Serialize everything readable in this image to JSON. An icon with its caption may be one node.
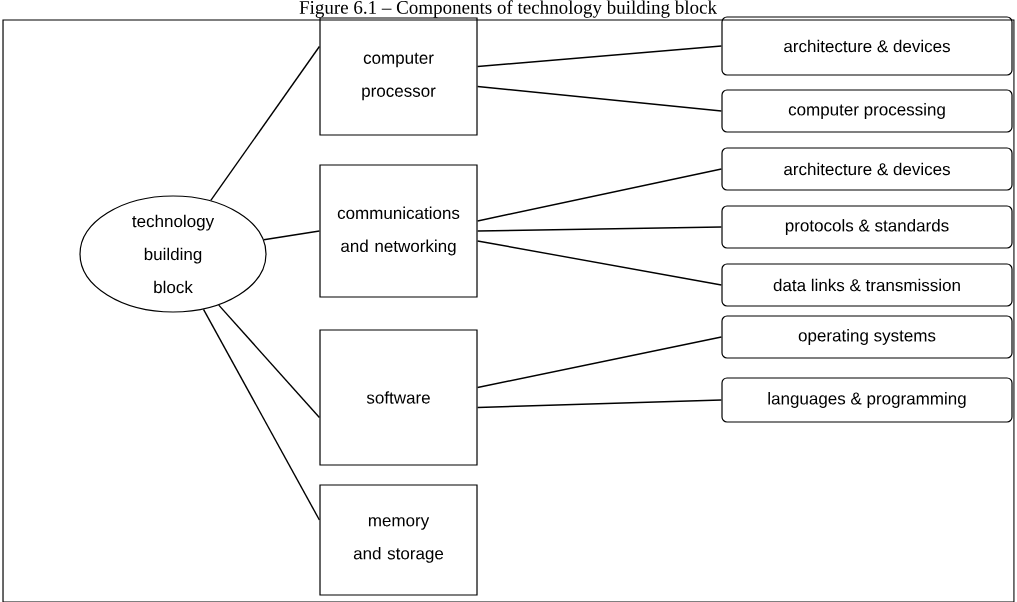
{
  "diagram": {
    "title": "Figure 6.1 – Components of technology building block",
    "nodes": [
      {
        "text": [
          "technology building block"
        ]
      },
      {
        "text": [
          "computer processor"
        ]
      },
      {
        "text": [
          "communications and networking"
        ]
      },
      {
        "text": [
          "software"
        ]
      },
      {
        "text": [
          "memory and storage"
        ]
      },
      {
        "text": [
          "architecture & devices"
        ]
      },
      {
        "text": [
          "computer processing"
        ]
      },
      {
        "text": [
          "architecture & devices"
        ]
      },
      {
        "text": [
          "protocols & standards"
        ]
      },
      {
        "text": [
          "data links & transmission"
        ]
      },
      {
        "text": [
          "operating systems"
        ]
      },
      {
        "text": [
          "languages & programming"
        ]
      }
    ],
    "edges": [
      {
        "from": 0,
        "to": 1,
        "arrow": "none"
      },
      {
        "from": 0,
        "to": 2,
        "arrow": "none"
      },
      {
        "from": 0,
        "to": 3,
        "arrow": "none"
      },
      {
        "from": 0,
        "to": 4,
        "arrow": "none"
      },
      {
        "from": 1,
        "to": 5,
        "arrow": "none"
      },
      {
        "from": 1,
        "to": 6,
        "arrow": "none"
      },
      {
        "from": 2,
        "to": 7,
        "arrow": "none"
      },
      {
        "from": 2,
        "to": 8,
        "arrow": "none"
      },
      {
        "from": 2,
        "to": 9,
        "arrow": "none"
      },
      {
        "from": 3,
        "to": 10,
        "arrow": "none"
      },
      {
        "from": 3,
        "to": 11,
        "arrow": "none"
      }
    ]
  }
}
